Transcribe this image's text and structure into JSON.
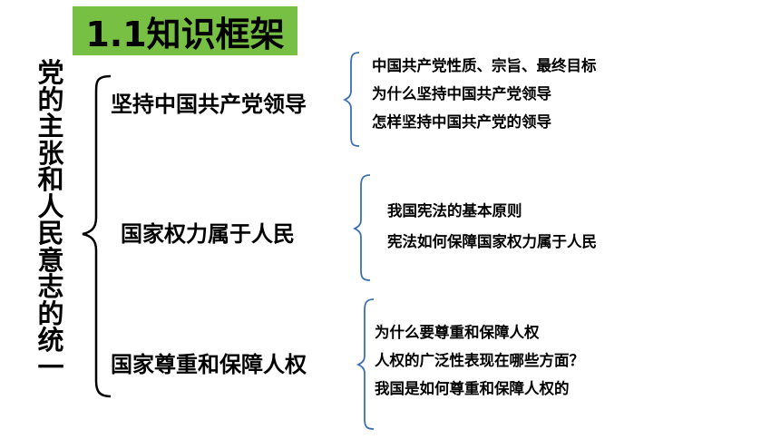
{
  "title": "1.1知识框架",
  "vertical_title": "党的主张和人民意志的统一",
  "topics": [
    {
      "label": "坚持中国共产党领导",
      "items": [
        "中国共产党性质、宗旨、最终目标",
        "为什么坚持中国共产党领导",
        "怎样坚持中国共产党的领导"
      ]
    },
    {
      "label": "国家权力属于人民",
      "items": [
        "我国宪法的基本原则",
        "宪法如何保障国家权力属于人民"
      ]
    },
    {
      "label": "国家尊重和保障人权",
      "items": [
        "为什么要尊重和保障人权",
        "人权的广泛性表现在哪些方面？",
        "我国是如何尊重和保障人权的"
      ]
    }
  ],
  "colors": {
    "title_bg": "#77c043",
    "main_bracket": "#000000",
    "sub_bracket": "#3b6fb0"
  }
}
